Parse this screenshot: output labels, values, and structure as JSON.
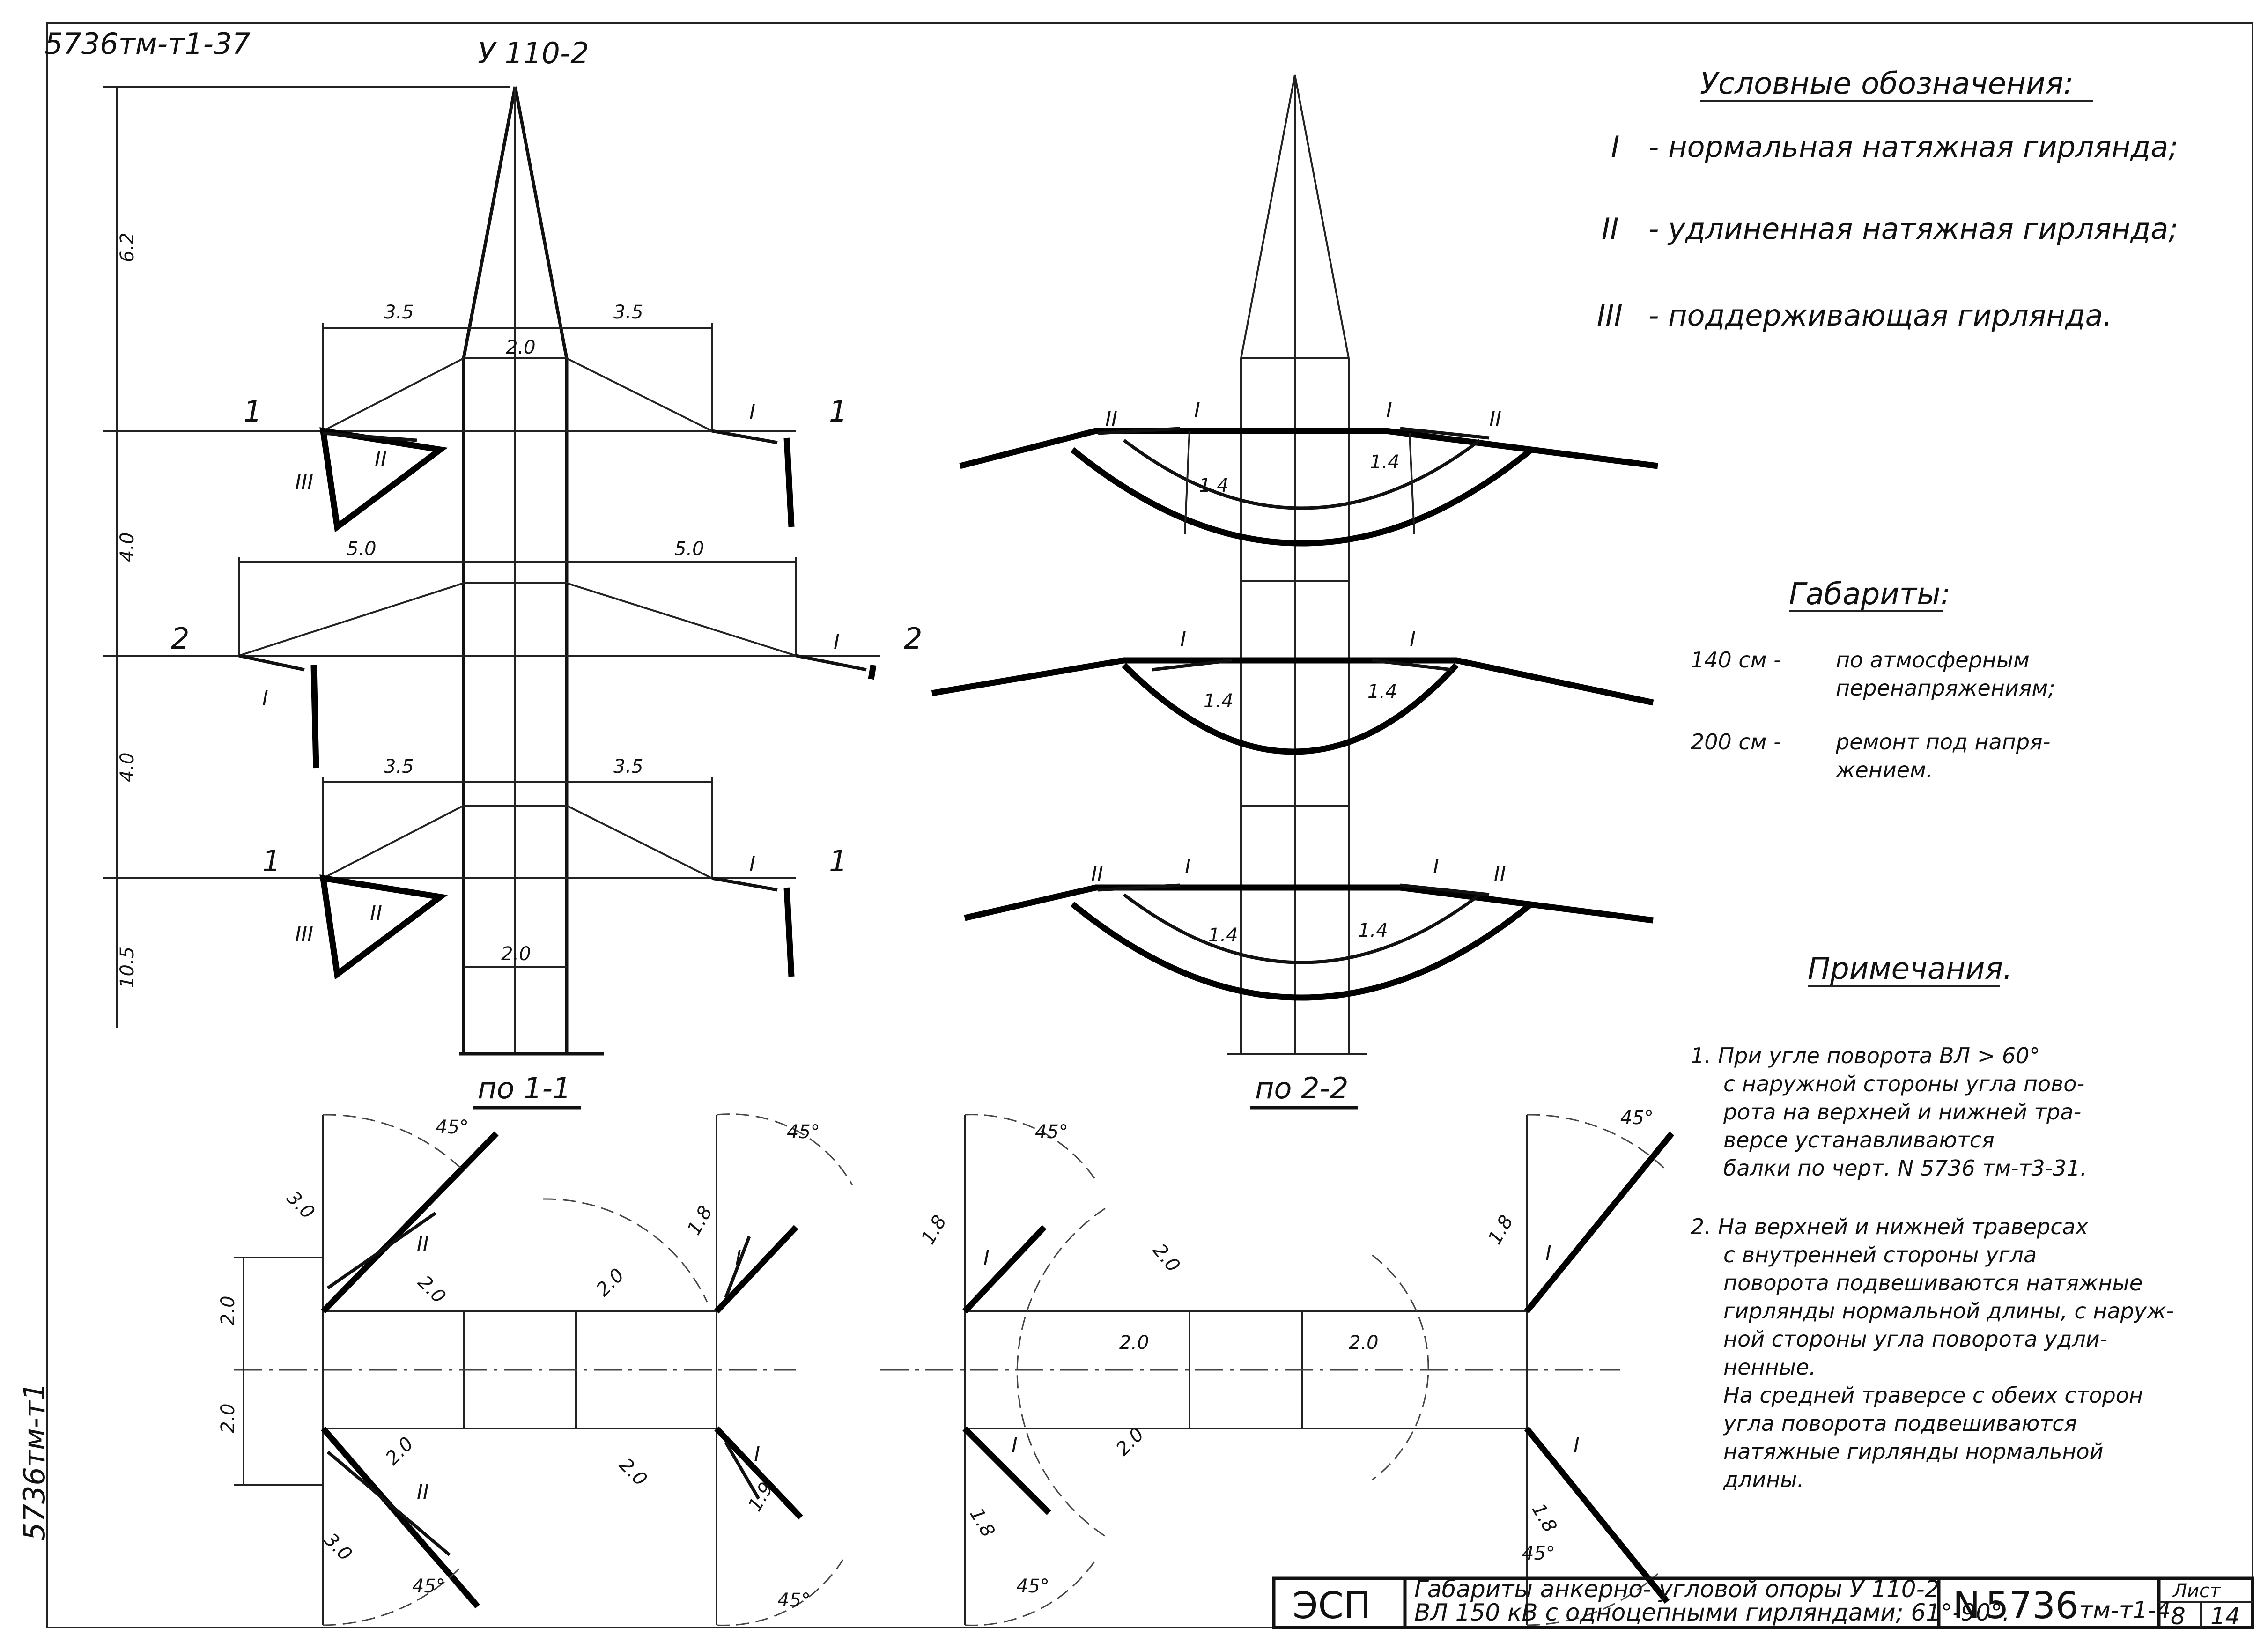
{
  "sheet": {
    "doc_code": "5736тм-т1-37",
    "side_code": "5736тм-т1",
    "support_name": "У 110-2"
  },
  "legend": {
    "title": "Условные обозначения:",
    "items": [
      {
        "mark": "I",
        "text": "- нормальная натяжная гирлянда;"
      },
      {
        "mark": "II",
        "text": "- удлиненная натяжная гирлянда;"
      },
      {
        "mark": "III",
        "text": "- поддерживающая гирлянда."
      }
    ]
  },
  "clearances": {
    "title": "Габариты:",
    "rows": [
      {
        "value": "140 см -",
        "line1": "по атмосферным",
        "line2": "перенапряжениям;"
      },
      {
        "value": "200 см -",
        "line1": "ремонт под напря-",
        "line2": "жением."
      }
    ]
  },
  "notes": {
    "title": "Примечания.",
    "lines": [
      "1. При угле поворота  ВЛ > 60°",
      "с наружной стороны угла пово-",
      "рота на верхней и нижней тра-",
      "версе устанавливаются",
      "балки по черт. N 5736 тм-т3-31.",
      "2. На верхней и нижней траверсах",
      "с внутренней стороны угла",
      "поворота подвешиваются натяжные",
      "гирлянды нормальной длины, с наруж-",
      "ной стороны угла поворота удли-",
      "ненные.",
      "На средней траверсе с обеих сторон",
      "угла поворота подвешиваются",
      "натяжные гирлянды нормальной",
      "длины."
    ]
  },
  "elevation": {
    "vertical_dims": [
      "6.2",
      "4.0",
      "4.0",
      "10.5"
    ],
    "top_arm": {
      "left": "3.5",
      "right": "3.5",
      "mid": "2.0",
      "left_label": "1",
      "right_label": "1"
    },
    "mid_arm": {
      "left": "5.0",
      "right": "5.0",
      "left_label": "2",
      "right_label": "2"
    },
    "bottom_arm": {
      "left": "3.5",
      "right": "3.5",
      "mid": "2.0",
      "left_label": "1",
      "right_label": "1"
    },
    "marks": {
      "one": "I",
      "two": "II",
      "three": "III"
    },
    "clearance": "1.4"
  },
  "sections": {
    "a": "по 1-1",
    "b": "по 2-2",
    "dims": {
      "d20": "2.0",
      "d30": "3.0",
      "d18": "1.8",
      "d19": "1.9",
      "d45": "45°"
    }
  },
  "title_block": {
    "org": "ЭСП",
    "title_line1": "Габариты анкерно- угловой опоры У 110-2",
    "title_line2": "ВЛ 150 кВ с одноцепными гирляндами; 61°-90°.",
    "doc_no_prefix": "N",
    "doc_no": "5736",
    "doc_no_suffix": "тм-т1-4",
    "sheet_label": "Лист",
    "sheet": "8",
    "total": "14"
  }
}
